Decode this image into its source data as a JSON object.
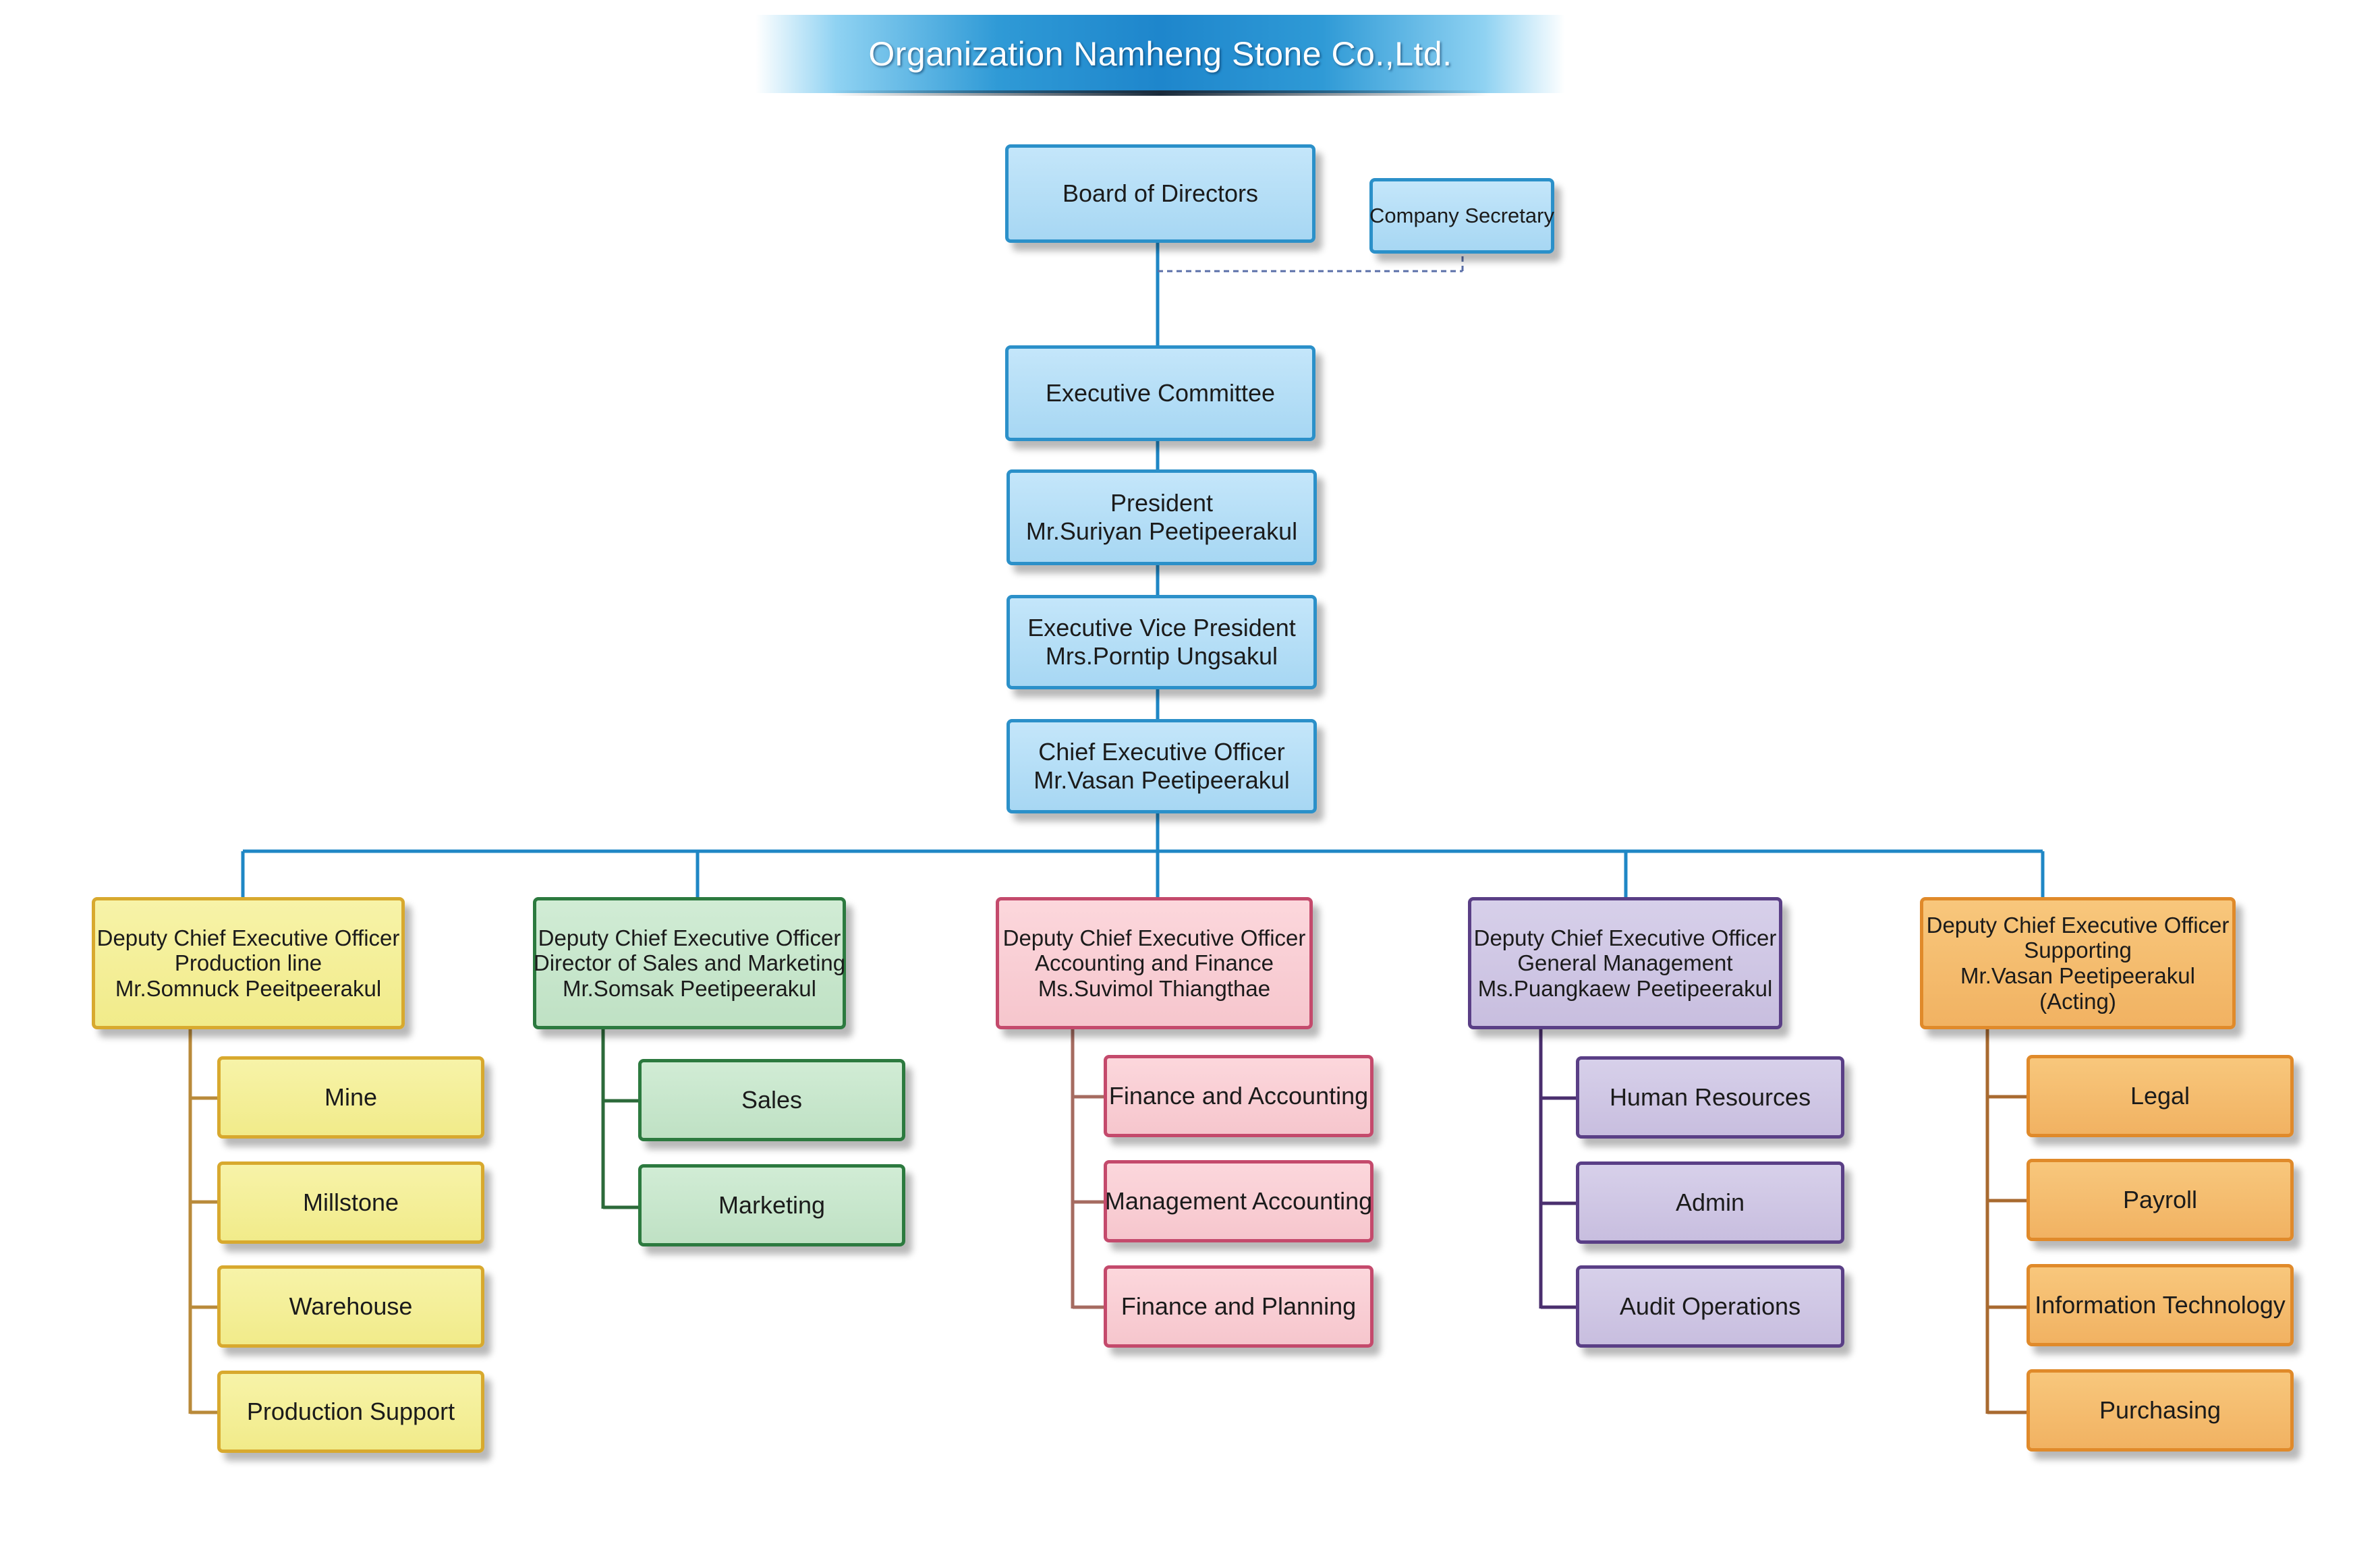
{
  "title": "Organization Namheng Stone Co.,Ltd.",
  "board": {
    "label": "Board of Directors"
  },
  "secretary": {
    "label": "Company Secretary"
  },
  "executive_committee": {
    "label": "Executive Committee"
  },
  "president": {
    "role": "President",
    "name": "Mr.Suriyan Peetipeerakul"
  },
  "evp": {
    "role": "Executive Vice President",
    "name": "Mrs.Porntip  Ungsakul"
  },
  "ceo": {
    "role": "Chief Executive Officer",
    "name": "Mr.Vasan  Peetipeerakul"
  },
  "divisions": [
    {
      "color": "#d8a92e",
      "lines": [
        "Deputy Chief Executive Officer",
        "Production line",
        "Mr.Somnuck  Peeitpeerakul"
      ],
      "units": [
        "Mine",
        "Millstone",
        "Warehouse",
        "Production Support"
      ]
    },
    {
      "color": "#2c7a3f",
      "lines": [
        "Deputy Chief Executive Officer",
        "Director of Sales and Marketing",
        "Mr.Somsak  Peetipeerakul"
      ],
      "units": [
        "Sales",
        "Marketing"
      ]
    },
    {
      "color": "#c44a6c",
      "lines": [
        "Deputy Chief Executive Officer",
        "Accounting and Finance",
        "Ms.Suvimol  Thiangthae"
      ],
      "units": [
        "Finance and Accounting",
        "Management Accounting",
        "Finance and Planning"
      ]
    },
    {
      "color": "#5a3f86",
      "lines": [
        "Deputy Chief Executive Officer",
        "General Management",
        "Ms.Puangkaew  Peetipeerakul"
      ],
      "units": [
        "Human Resources",
        "Admin",
        "Audit Operations"
      ]
    },
    {
      "color": "#e08a2a",
      "lines": [
        "Deputy Chief Executive Officer",
        "Supporting",
        "Mr.Vasan  Peetipeerakul",
        "(Acting)"
      ],
      "units": [
        "Legal",
        "Payroll",
        "Information Technology",
        "Purchasing"
      ]
    }
  ]
}
